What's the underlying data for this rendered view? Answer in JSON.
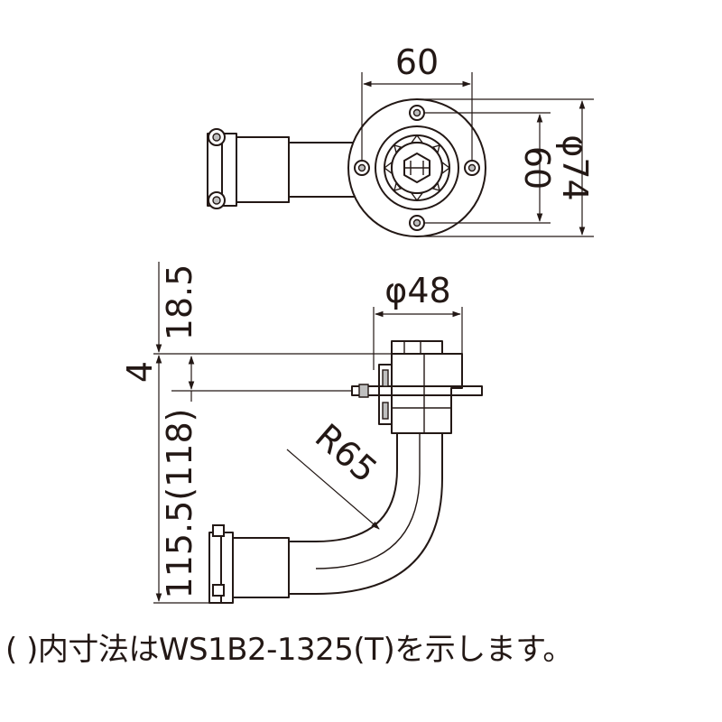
{
  "dimensions": {
    "top_width": "60",
    "top_height": "60",
    "flange_diameter": "φ74",
    "body_diameter": "φ48",
    "offset_top": "18.5",
    "offset_small": "4",
    "height": "115.5(118)",
    "bend_radius": "R65"
  },
  "note": "( )内寸法はWS1B2-1325(T)を示します。",
  "colors": {
    "line": "#231815",
    "accent_fill": "#bfbfbf"
  }
}
